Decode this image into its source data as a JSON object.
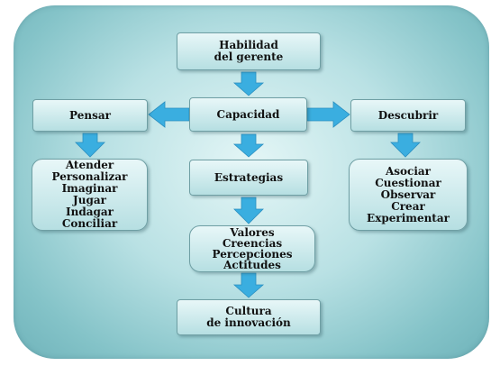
{
  "nodes": {
    "habilidad": [
      "Habilidad",
      "del gerente"
    ],
    "capacidad": [
      "Capacidad"
    ],
    "pensar": [
      "Pensar"
    ],
    "descubrir": [
      "Descubrir"
    ],
    "pensar_items": [
      "Atender",
      "Personalizar",
      "Imaginar",
      "Jugar",
      "Indagar",
      "Conciliar"
    ],
    "estrategias": [
      "Estrategias"
    ],
    "descubrir_items": [
      "Asociar",
      "Cuestionar",
      "Observar",
      "Crear",
      "Experimentar"
    ],
    "valores": [
      "Valores",
      "Creencias",
      "Percepciones",
      "Actitudes"
    ],
    "cultura": [
      "Cultura",
      "de innovación"
    ]
  },
  "colors": {
    "panel": "#84c3c8",
    "box_fill": "#b6dfe2",
    "box_border": "#6f9fa4",
    "arrow": "#3aaee0"
  }
}
